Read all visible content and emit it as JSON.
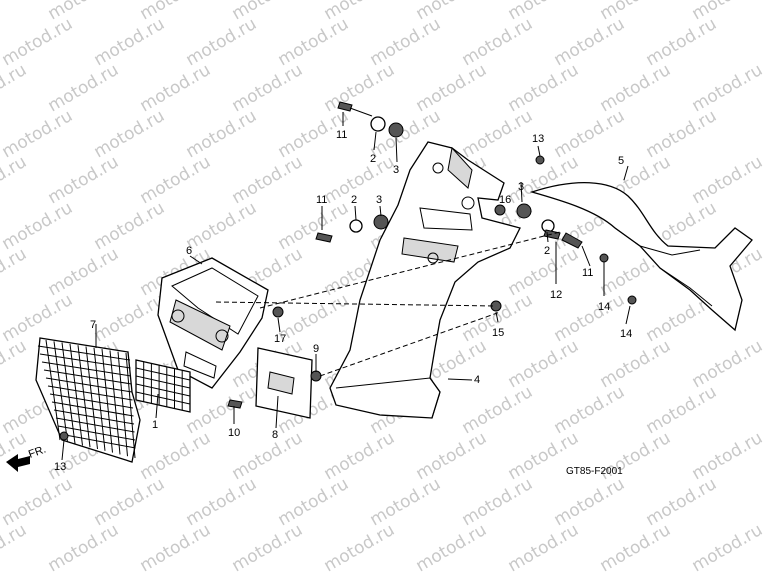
{
  "watermark": {
    "text": "motod.ru"
  },
  "diagram_code": "GT85-F2001",
  "direction": {
    "label": "FR."
  },
  "callouts": [
    {
      "id": "c11a",
      "text": "11"
    },
    {
      "id": "c2a",
      "text": "2"
    },
    {
      "id": "c3a",
      "text": "3"
    },
    {
      "id": "c13a",
      "text": "13"
    },
    {
      "id": "c5",
      "text": "5"
    },
    {
      "id": "c3b",
      "text": "3"
    },
    {
      "id": "c16",
      "text": "16"
    },
    {
      "id": "c11b",
      "text": "11"
    },
    {
      "id": "c2b",
      "text": "2"
    },
    {
      "id": "c3c",
      "text": "3"
    },
    {
      "id": "c2c",
      "text": "2"
    },
    {
      "id": "c11c",
      "text": "11"
    },
    {
      "id": "c6",
      "text": "6"
    },
    {
      "id": "c12",
      "text": "12"
    },
    {
      "id": "c14a",
      "text": "14"
    },
    {
      "id": "c7",
      "text": "7"
    },
    {
      "id": "c17",
      "text": "17"
    },
    {
      "id": "c15",
      "text": "15"
    },
    {
      "id": "c14b",
      "text": "14"
    },
    {
      "id": "c9",
      "text": "9"
    },
    {
      "id": "c4",
      "text": "4"
    },
    {
      "id": "c1",
      "text": "1"
    },
    {
      "id": "c10",
      "text": "10"
    },
    {
      "id": "c8",
      "text": "8"
    },
    {
      "id": "c13b",
      "text": "13"
    }
  ]
}
